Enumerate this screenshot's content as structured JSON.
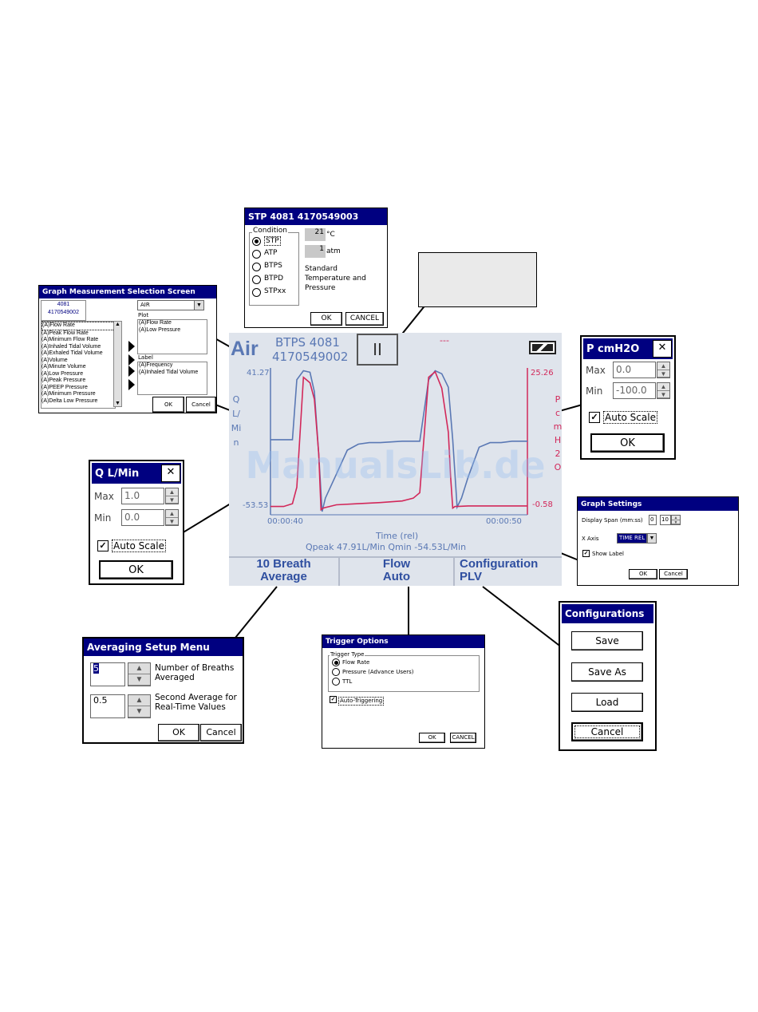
{
  "stp_dialog": {
    "title": "STP 4081 4170549003",
    "condition_label": "Condition",
    "options": [
      "STP",
      "ATP",
      "BTPS",
      "BTPD",
      "STPxx"
    ],
    "temp_value": "21",
    "temp_unit": "°C",
    "pressure_value": "1",
    "pressure_unit": "atm",
    "description": "Standard Temperature and Pressure",
    "ok": "OK",
    "cancel": "CANCEL"
  },
  "graph_selection": {
    "title": "Graph Measurement Selection Screen",
    "device_line1": "4081",
    "device_line2": "4170549002",
    "gas_value": "AIR",
    "list": [
      "(A)Flow Rate",
      "(A)Peak Flow Rate",
      "(A)Minimum Flow Rate",
      "(A)Inhaled Tidal Volume",
      "(A)Exhaled Tidal Volume",
      "(A)Volume",
      "(A)Minute Volume",
      "(A)Low Pressure",
      "(A)Peak Pressure",
      "(A)PEEP Pressure",
      "(A)Minimum Pressure",
      "(A)Delta Low Pressure"
    ],
    "plot_label": "Plot",
    "plot_items": [
      "(A)Flow Rate",
      "(A)Low Pressure"
    ],
    "label_label": "Label",
    "label_items": [
      "(A)Frequency",
      "(A)Inhaled Tidal Volume"
    ],
    "ok": "OK",
    "cancel": "Cancel"
  },
  "main_screen": {
    "gas": "Air",
    "mode_line1": "BTPS 4081",
    "mode_line2": "4170549002",
    "pause_symbol": "II",
    "dashes": "---",
    "y_left_max": "41.27",
    "y_left_min": "-53.53",
    "y_left_title": "Q L/Min",
    "y_right_max": "25.26",
    "y_right_min": "-0.58",
    "y_right_title": "P cmH2O",
    "x_start": "00:00:40",
    "x_end": "00:00:50",
    "x_title": "Time (rel)",
    "readout": "Qpeak 47.91L/Min  Qmin -54.53L/Min",
    "watermark": "ManualsLib.de",
    "btn1_line1": "10 Breath",
    "btn1_line2": "Average",
    "btn2_line1": "Flow",
    "btn2_line2": "Auto",
    "btn3_line1": "Configuration",
    "btn3_line2": "PLV",
    "colors": {
      "flow": "#5a78b4",
      "pressure": "#d2285a",
      "accent": "#000080"
    }
  },
  "p_dialog": {
    "title": "P cmH2O",
    "max_label": "Max",
    "max_value": "0.0",
    "min_label": "Min",
    "min_value": "-100.0",
    "auto_label": "Auto Scale",
    "ok": "OK"
  },
  "q_dialog": {
    "title": "Q L/Min",
    "max_label": "Max",
    "max_value": "1.0",
    "min_label": "Min",
    "min_value": "0.0",
    "auto_label": "Auto Scale",
    "ok": "OK"
  },
  "graph_settings": {
    "title": "Graph Settings",
    "span_label": "Display Span (mm:ss)",
    "span_min": "0",
    "span_sec": "10",
    "xaxis_label": "X Axis",
    "xaxis_value": "TIME REL",
    "show_label": "Show Label",
    "ok": "OK",
    "cancel": "Cancel"
  },
  "averaging": {
    "title": "Averaging Setup Menu",
    "breaths_value": "5",
    "breaths_label": "Number of Breaths Averaged",
    "second_value": "0.5",
    "second_label": "Second Average for Real-Time Values",
    "ok": "OK",
    "cancel": "Cancel"
  },
  "trigger": {
    "title": "Trigger Options",
    "group_label": "Trigger Type",
    "options": [
      "Flow Rate",
      "Pressure  (Advance Users)",
      "TTL"
    ],
    "auto_label": "Auto-Triggering",
    "ok": "OK",
    "cancel": "CANCEL"
  },
  "configurations": {
    "title": "Configurations",
    "save": "Save",
    "save_as": "Save As",
    "load": "Load",
    "cancel": "Cancel"
  },
  "chart_data": {
    "type": "line",
    "xlabel": "Time (rel)",
    "x_ticks": [
      "00:00:40",
      "00:00:50"
    ],
    "ylim_left": [
      -53.53,
      41.27
    ],
    "ylim_right": [
      -0.58,
      25.26
    ],
    "series": [
      {
        "axis": "left",
        "color": "#5a78b4",
        "x": [
          40.0,
          40.6,
          41.0,
          41.2,
          41.5,
          41.8,
          42.0,
          42.2,
          42.35,
          42.5,
          43.0,
          43.5,
          44.0,
          44.5,
          45.0,
          46.0,
          46.8,
          47.2,
          47.5,
          47.8,
          48.1,
          48.3,
          48.5,
          48.7,
          49.0,
          49.5,
          50.0,
          50.5,
          51.0,
          51.7
        ],
        "y": [
          -5,
          -5,
          -5,
          35,
          41,
          40,
          27,
          -15,
          -53,
          -44,
          -28,
          -12,
          -8,
          -7,
          -7,
          -6,
          -6,
          35,
          41,
          39,
          30,
          -5,
          -50,
          -44,
          -30,
          -10,
          -7,
          -7,
          -6,
          -6
        ]
      },
      {
        "axis": "right",
        "color": "#d2285a",
        "x": [
          40.0,
          40.6,
          41.0,
          41.2,
          41.5,
          41.8,
          42.0,
          42.2,
          42.3,
          42.4,
          42.5,
          43.0,
          44.0,
          45.0,
          46.0,
          46.5,
          46.8,
          47.2,
          47.5,
          47.8,
          48.1,
          48.2,
          48.3,
          48.4,
          48.5,
          49.0,
          50.0,
          51.0,
          51.7
        ],
        "y": [
          0.5,
          0.5,
          1,
          4,
          24,
          23,
          20,
          10,
          -0.1,
          0.2,
          0.3,
          0.8,
          1.0,
          1.2,
          1.5,
          2,
          3,
          24,
          25,
          22,
          14,
          6,
          0.2,
          0.5,
          0.5,
          0.6,
          0.6,
          0.6,
          0.6
        ]
      }
    ]
  }
}
